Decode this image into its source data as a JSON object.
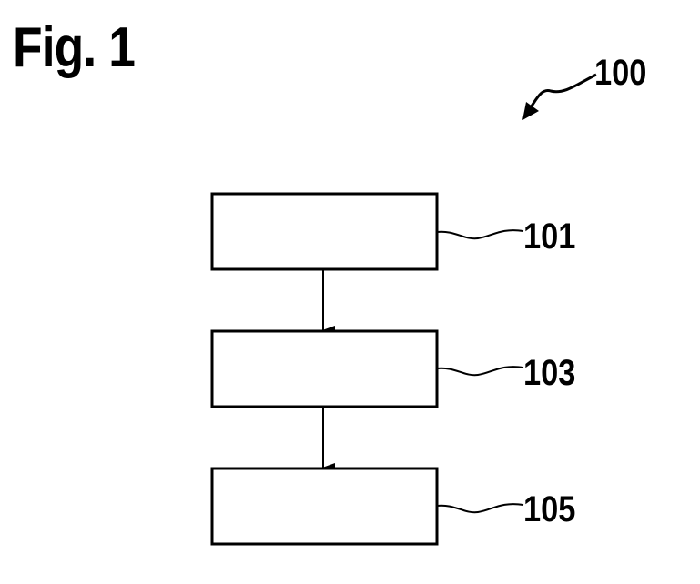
{
  "figure": {
    "title": "Fig. 1"
  },
  "refs": {
    "overall": "100",
    "step_1": "101",
    "step_2": "103",
    "step_3": "105"
  },
  "colors": {
    "stroke": "#000000",
    "background": "#ffffff"
  }
}
